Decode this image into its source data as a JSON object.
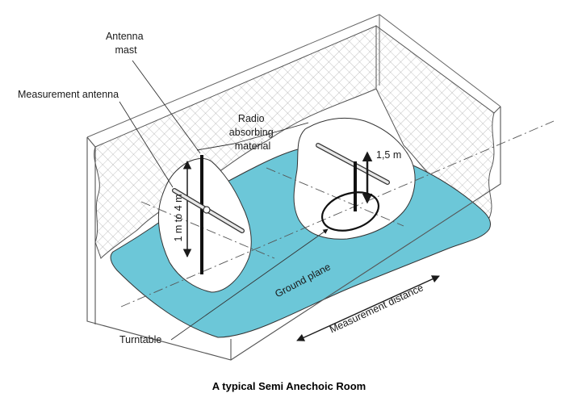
{
  "labels": {
    "antenna_mast_line1": "Antenna",
    "antenna_mast_line2": "mast",
    "measurement_antenna": "Measurement antenna",
    "radio_absorbing_line1": "Radio",
    "radio_absorbing_line2": "absorbing",
    "radio_absorbing_line3": "material",
    "height_range": "1 m to 4 m",
    "eut_height": "1,5 m",
    "ground_plane": "Ground plane",
    "measurement_distance": "Measurement distance",
    "turntable": "Turntable"
  },
  "caption": "A typical Semi Anechoic Room",
  "colors": {
    "ground_plane": "#6cc7d8",
    "ink": "#1a1a1a",
    "absorber_mesh": "#9a9a9a",
    "background": "#ffffff"
  }
}
